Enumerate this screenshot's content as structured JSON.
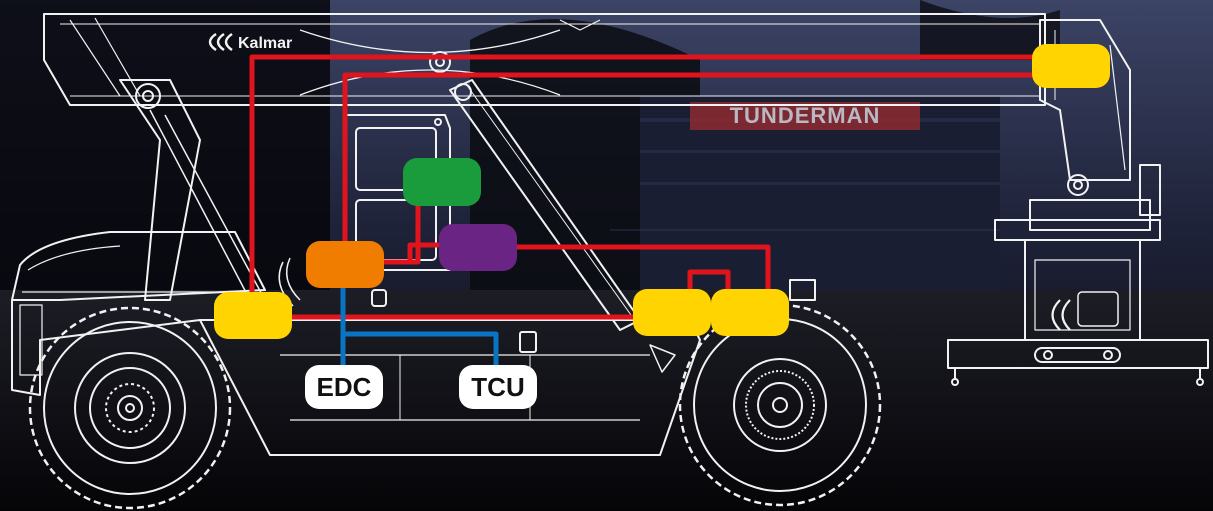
{
  "brand": {
    "logo_text": "Kalmar"
  },
  "background": {
    "building_sign": "TUNDERMAN"
  },
  "colors": {
    "can_bus": "#e0141c",
    "wired_link": "#0a74c2",
    "node_yellow": "#ffd400",
    "node_orange": "#f07d00",
    "node_green": "#1a9c3c",
    "node_purple": "#6a2584",
    "outline": "#f2f2f2"
  },
  "diagram": {
    "nodes": [
      {
        "id": "yellow-top-right",
        "color": "yellow"
      },
      {
        "id": "green-cab",
        "color": "green"
      },
      {
        "id": "purple-center",
        "color": "purple"
      },
      {
        "id": "orange-center",
        "color": "orange"
      },
      {
        "id": "yellow-front",
        "color": "yellow"
      },
      {
        "id": "yellow-rear-left",
        "color": "yellow"
      },
      {
        "id": "yellow-rear-right",
        "color": "yellow"
      }
    ],
    "labels": [
      {
        "id": "edc",
        "text": "EDC"
      },
      {
        "id": "tcu",
        "text": "TCU"
      }
    ]
  }
}
